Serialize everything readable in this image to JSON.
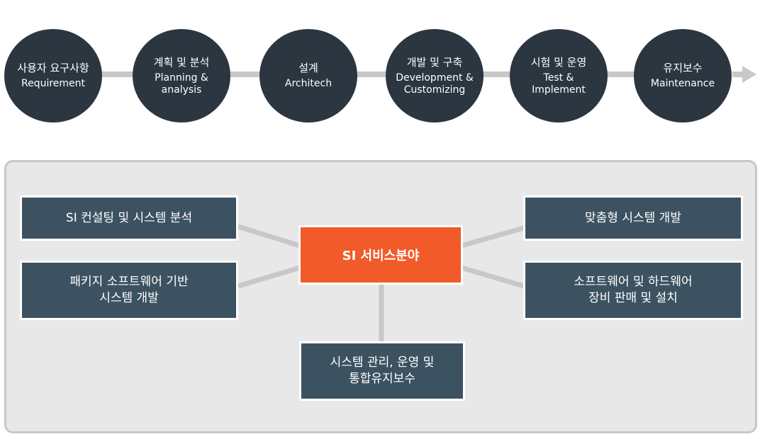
{
  "process": {
    "steps": [
      {
        "ko": "사용자 요구사항",
        "en": "Requirement"
      },
      {
        "ko": "계획 및 분석",
        "en": "Planning &\nanalysis"
      },
      {
        "ko": "설계",
        "en": "Architech"
      },
      {
        "ko": "개발 및 구축",
        "en": "Development &\nCustomizing"
      },
      {
        "ko": "시험 및 운영",
        "en": "Test &\nImplement"
      },
      {
        "ko": "유지보수",
        "en": "Maintenance"
      }
    ]
  },
  "services": {
    "center": "SI 서비스분야",
    "left_top": "SI 컨설팅 및 시스템 분석",
    "left_bottom": "패키지 소프트웨어 기반\n시스템 개발",
    "right_top": "맞춤형 시스템 개발",
    "right_bottom": "소프트웨어 및 하드웨어\n장비 판매 및 설치",
    "bottom": "시스템 관리, 운영 및\n통합유지보수"
  },
  "colors": {
    "step_circle": "#2b3641",
    "connector": "#c8c8c8",
    "panel_bg": "#e8e8e8",
    "box": "#3d5261",
    "accent": "#f15a29"
  }
}
